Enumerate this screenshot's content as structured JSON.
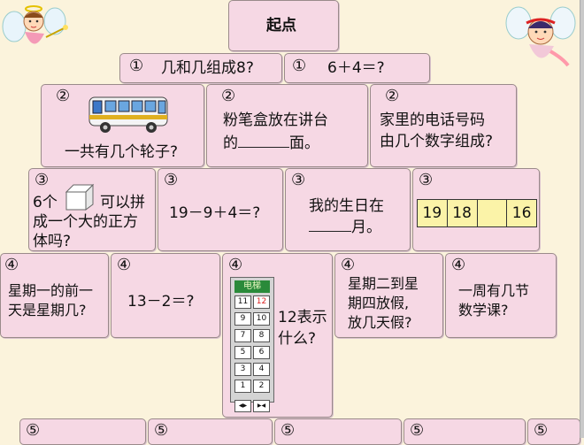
{
  "start": {
    "label": "起点"
  },
  "row1": [
    {
      "num": "①",
      "text": "几和几组成8?"
    },
    {
      "num": "①",
      "text": "6＋4＝?"
    }
  ],
  "row2": [
    {
      "num": "②",
      "text": "一共有几个轮子?"
    },
    {
      "num": "②",
      "text_line1": "粉笔盒放在讲台",
      "text_line2a": "的",
      "text_line2b": "面。"
    },
    {
      "num": "②",
      "text_line1": "家里的电话号码",
      "text_line2": "由几个数字组成?"
    }
  ],
  "row3": [
    {
      "num": "③",
      "text_a": "6个",
      "text_b": "可以拼",
      "text_line2": "成一个大的正方",
      "text_line3": "体吗?"
    },
    {
      "num": "③",
      "text": "19－9＋4＝?"
    },
    {
      "num": "③",
      "text_line1": "我的生日在",
      "text_line2": "月。"
    },
    {
      "num": "③",
      "boxes": [
        "19",
        "18",
        "",
        "16"
      ]
    }
  ],
  "row4": [
    {
      "num": "④",
      "text_line1": "星期一的前一",
      "text_line2": "天是星期几?"
    },
    {
      "num": "④",
      "text": "13－2＝?"
    },
    {
      "num": "④",
      "panel_title": "电梯",
      "panel_rows": [
        [
          "11",
          "12"
        ],
        [
          "9",
          "10"
        ],
        [
          "7",
          "8"
        ],
        [
          "5",
          "6"
        ],
        [
          "3",
          "4"
        ],
        [
          "1",
          "2"
        ]
      ],
      "panel_arrows": [
        "◀▶",
        "▶◀"
      ],
      "text_line1": "12表示",
      "text_line2": "什么?"
    },
    {
      "num": "④",
      "text_line1": "星期二到星",
      "text_line2": "期四放假,",
      "text_line3": "放几天假?"
    },
    {
      "num": "④",
      "text_line1": "一周有几节",
      "text_line2": "数学课?"
    }
  ],
  "row5": [
    {
      "num": "⑤"
    },
    {
      "num": "⑤"
    },
    {
      "num": "⑤"
    },
    {
      "num": "⑤"
    },
    {
      "num": "⑤"
    }
  ],
  "colors": {
    "card": "#f6d8e4",
    "background": "#fbf3dc",
    "highlight_box": "#fbf3a8"
  }
}
